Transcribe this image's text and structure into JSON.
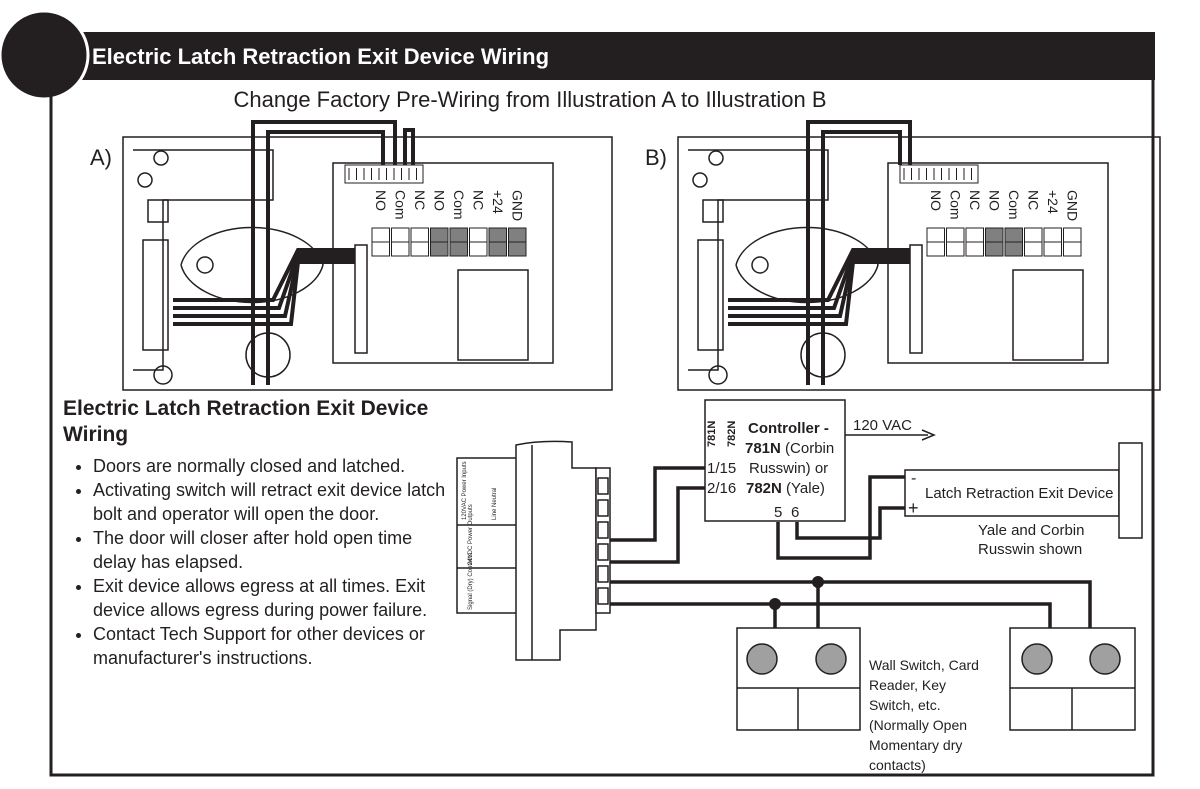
{
  "title": "Electric Latch Retraction Exit Device Wiring",
  "subtitle": "Change Factory Pre-Wiring from Illustration A to Illustration B",
  "illustrations": [
    {
      "label": "A)",
      "terminals": [
        "NO",
        "Com",
        "NC",
        "NO",
        "Com",
        "NC",
        "+24",
        "GND"
      ],
      "shaded": [
        3,
        4,
        6,
        7
      ]
    },
    {
      "label": "B)",
      "terminals": [
        "NO",
        "Com",
        "NC",
        "NO",
        "Com",
        "NC",
        "+24",
        "GND"
      ],
      "shaded": [
        3,
        4
      ]
    }
  ],
  "notes": {
    "heading": "Electric Latch Retraction Exit Device Wiring",
    "bullets": [
      "Doors are normally closed and latched.",
      "Activating switch will retract exit device latch bolt and operator will open the door.",
      "The door will closer after hold open time delay has elapsed.",
      "Exit device allows egress at all times. Exit device allows egress during power failure.",
      "Contact Tech Support for other devices or manufacturer's instructions."
    ]
  },
  "operator": {
    "power_inputs": "120VAC Power Inputs",
    "line_neutral": "Line Neutral",
    "power_outputs": "24VDC Power Outputs",
    "signal": "Signal (Dry) Contacts"
  },
  "controller": {
    "col1": "781N",
    "col2": "782N",
    "title": "Controller -",
    "model1": "781N",
    "model1_brand": "(Corbin",
    "brand_cont": "Russwin) or",
    "model2": "782N",
    "model2_brand": "(Yale)",
    "pins1": "1/15",
    "pins2": "2/16",
    "pin5": "5",
    "pin6": "6"
  },
  "supply": "120 VAC",
  "latch_device": {
    "label": "Latch Retraction Exit Device",
    "minus": "-",
    "plus": "+",
    "note1": "Yale and Corbin",
    "note2": "Russwin shown"
  },
  "switch_note": [
    "Wall Switch, Card",
    "Reader, Key",
    "Switch, etc.",
    "(Normally Open",
    "Momentary dry",
    "contacts)"
  ],
  "colors": {
    "ink": "#231f20",
    "title_bar": "#231f20",
    "shaded_terminal": "#808080",
    "switch_button": "#a0a0a0"
  }
}
